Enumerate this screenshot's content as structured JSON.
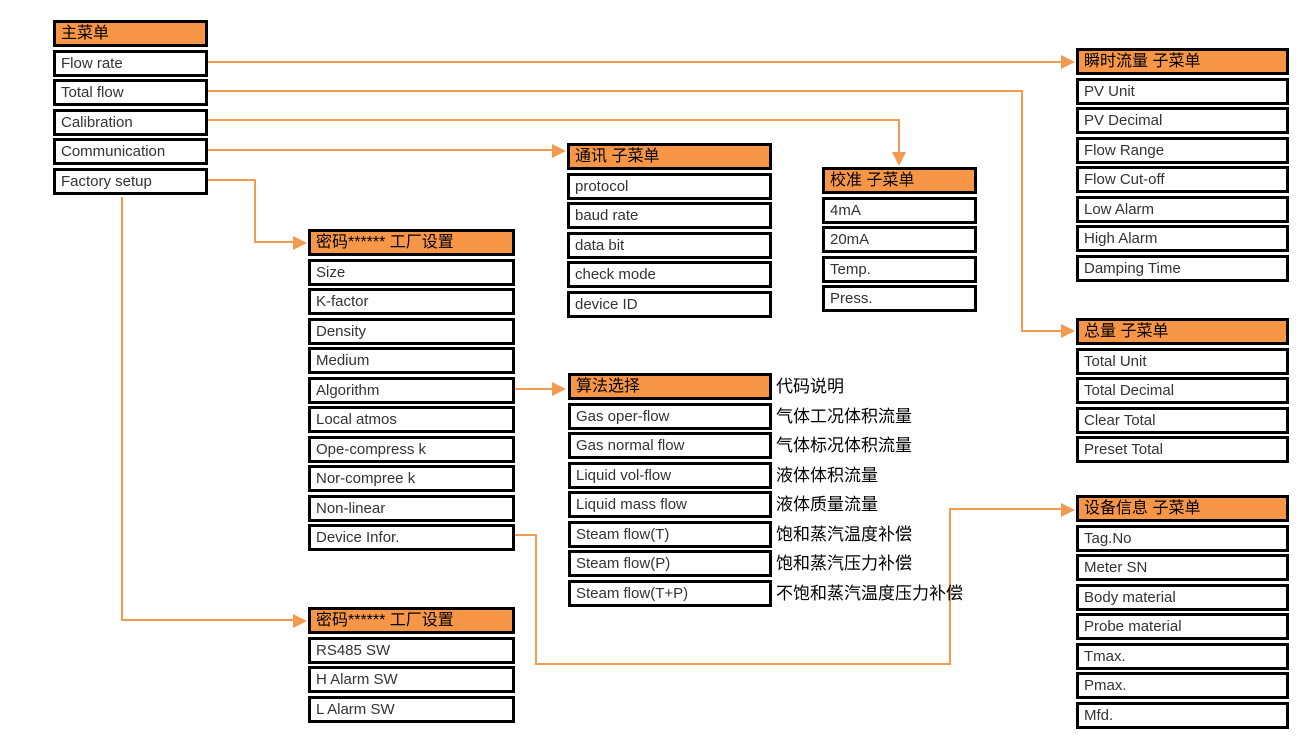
{
  "colors": {
    "header_bg": "#F79646",
    "connector": "#F29B50",
    "cell_border": "#000000",
    "item_text": "#333333",
    "header_text": "#000000",
    "page_bg": "#FFFFFF"
  },
  "boxes": {
    "main_menu": {
      "title": "主菜单",
      "items": [
        "Flow rate",
        "Total flow",
        "Calibration",
        "Communication",
        "Factory setup"
      ]
    },
    "flow_submenu": {
      "title": "瞬时流量 子菜单",
      "items": [
        "PV Unit",
        "PV Decimal",
        "Flow Range",
        "Flow Cut-off",
        "Low Alarm",
        "High Alarm",
        "Damping Time"
      ]
    },
    "total_submenu": {
      "title": "总量 子菜单",
      "items": [
        "Total Unit",
        "Total Decimal",
        "Clear Total",
        "Preset Total"
      ]
    },
    "comm_submenu": {
      "title": "通讯 子菜单",
      "items": [
        "protocol",
        "baud rate",
        "data bit",
        "check mode",
        "device ID"
      ]
    },
    "calib_submenu": {
      "title": "校准 子菜单",
      "items": [
        "4mA",
        "20mA",
        "Temp.",
        "Press."
      ]
    },
    "factory_submenu": {
      "title": "密码****** 工厂设置",
      "items": [
        "Size",
        "K-factor",
        "Density",
        "Medium",
        "Algorithm",
        "Local atmos",
        "Ope-compress k",
        "Nor-compree k",
        "Non-linear",
        "Device Infor."
      ]
    },
    "algorithm_submenu": {
      "title": "算法选择",
      "items": [
        "Gas oper-flow",
        "Gas normal flow",
        "Liquid vol-flow",
        "Liquid mass flow",
        "Steam flow(T)",
        "Steam flow(P)",
        "Steam flow(T+P)"
      ],
      "descriptions": [
        "代码说明",
        "气体工况体积流量",
        "气体标况体积流量",
        "液体体积流量",
        "液体质量流量",
        "饱和蒸汽温度补偿",
        "饱和蒸汽压力补偿",
        "不饱和蒸汽温度压力补偿"
      ]
    },
    "device_submenu": {
      "title": "设备信息 子菜单",
      "items": [
        "Tag.No",
        "Meter SN",
        "Body material",
        "Probe material",
        "Tmax.",
        "Pmax.",
        "Mfd."
      ]
    },
    "factory_switch_submenu": {
      "title": "密码****** 工厂设置",
      "items": [
        "RS485 SW",
        "H Alarm SW",
        "L Alarm SW"
      ]
    }
  }
}
